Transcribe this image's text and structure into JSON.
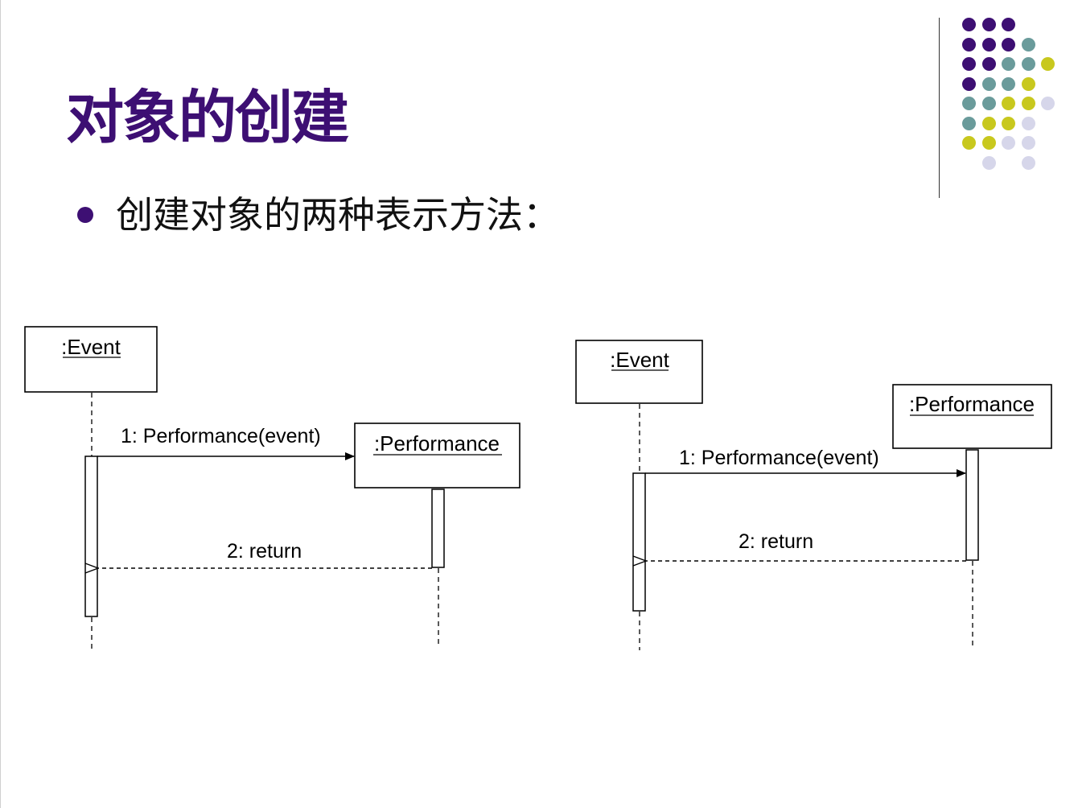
{
  "slide": {
    "title": "对象的创建",
    "bullet": "创建对象的两种表示方法："
  },
  "colors": {
    "title": "#3d0f73",
    "dot_purple": "#3d0f73",
    "dot_teal": "#6a9b9b",
    "dot_yellow": "#c8c81e",
    "dot_lavender": "#d6d6ea"
  },
  "diagram_left": {
    "object_caller": ":Event",
    "object_created": ":Performance",
    "message_create": "1: Performance(event)",
    "message_return": "2: return"
  },
  "diagram_right": {
    "object_caller": ":Event",
    "object_created": ":Performance",
    "message_create": "1: Performance(event)",
    "message_return": "2: return"
  }
}
